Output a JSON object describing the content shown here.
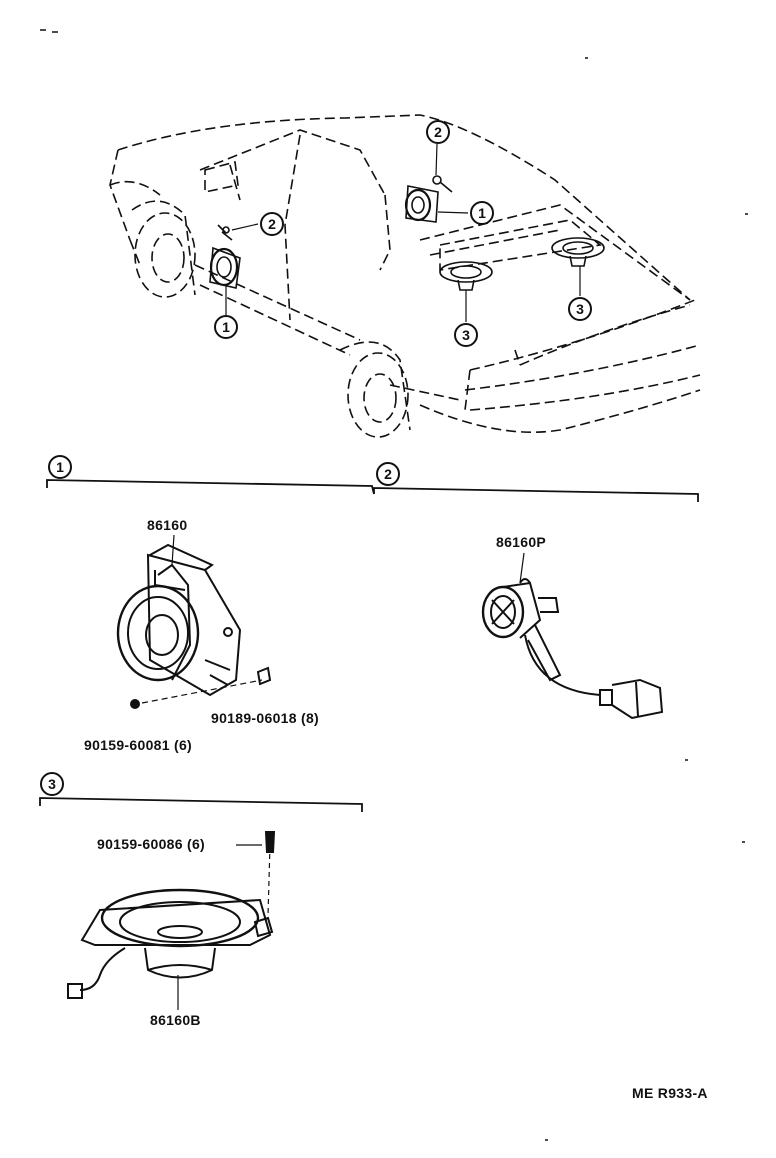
{
  "callouts": {
    "one": "1",
    "two": "2",
    "three": "3"
  },
  "parts": {
    "speaker_front": "86160",
    "screw_front": "90159-60081 (6)",
    "nut_front": "90189-06018 (8)",
    "tweeter": "86160P",
    "screw_rear": "90159-60086 (6)",
    "speaker_rear": "86160B"
  },
  "reference": "ME R933-A"
}
